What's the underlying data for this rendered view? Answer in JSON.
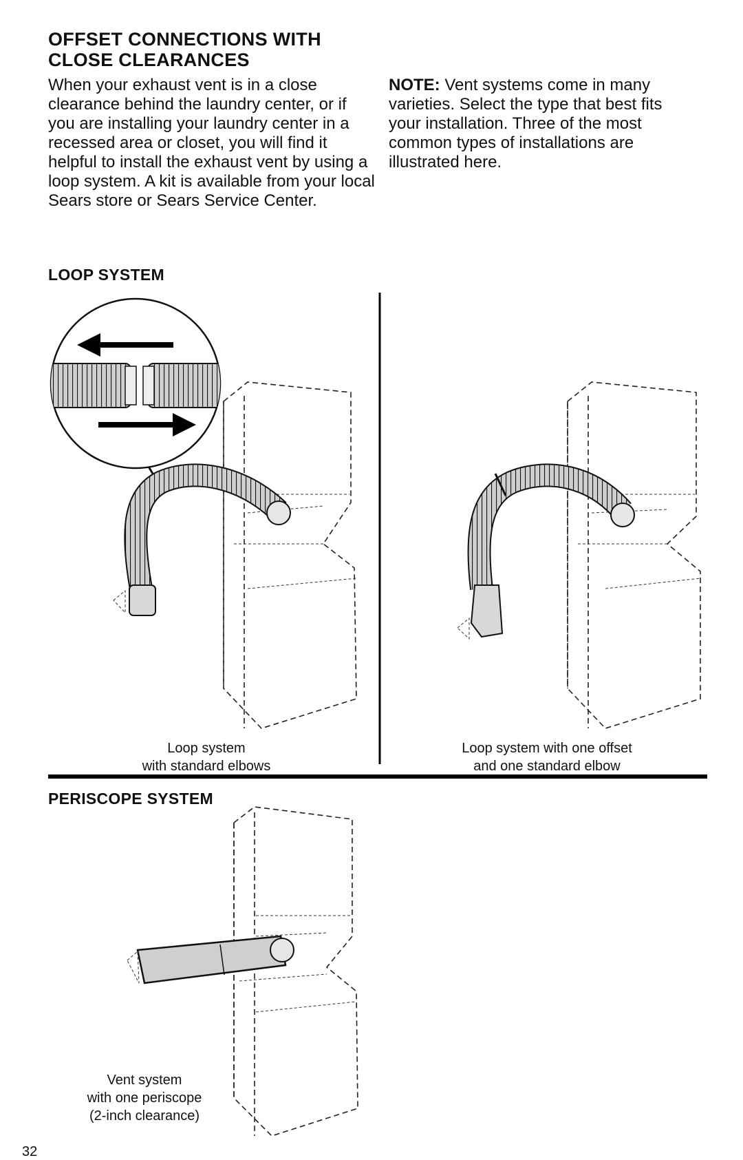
{
  "page": {
    "title_line1": "OFFSET CONNECTIONS WITH",
    "title_line2": "CLOSE CLEARANCES",
    "intro": "When your exhaust vent is in a close clearance behind the laundry center, or if you are installing your laundry center in a recessed area or closet, you will find it helpful to install the exhaust vent by using a loop system. A kit is available from your local Sears store or Sears Service Center.",
    "note_label": "NOTE:",
    "note_text": " Vent systems come in many varieties. Select the type that best fits your installation. Three of the most common types of installations are illustrated here.",
    "page_number": "32"
  },
  "loop_system": {
    "heading": "LOOP SYSTEM",
    "left_caption_line1": "Loop system",
    "left_caption_line2": "with standard elbows",
    "right_caption_line1": "Loop system with one offset",
    "right_caption_line2": "and one standard elbow"
  },
  "periscope_system": {
    "heading": "PERISCOPE SYSTEM",
    "caption_line1": "Vent system",
    "caption_line2": "with one periscope",
    "caption_line3": "(2-inch clearance)"
  },
  "icons": [
    "arrow-left-icon",
    "arrow-right-icon",
    "duct-coupling-icon"
  ],
  "colors": {
    "ink": "#111111",
    "paper": "#ffffff",
    "duct_fill": "#bfbfbf"
  }
}
